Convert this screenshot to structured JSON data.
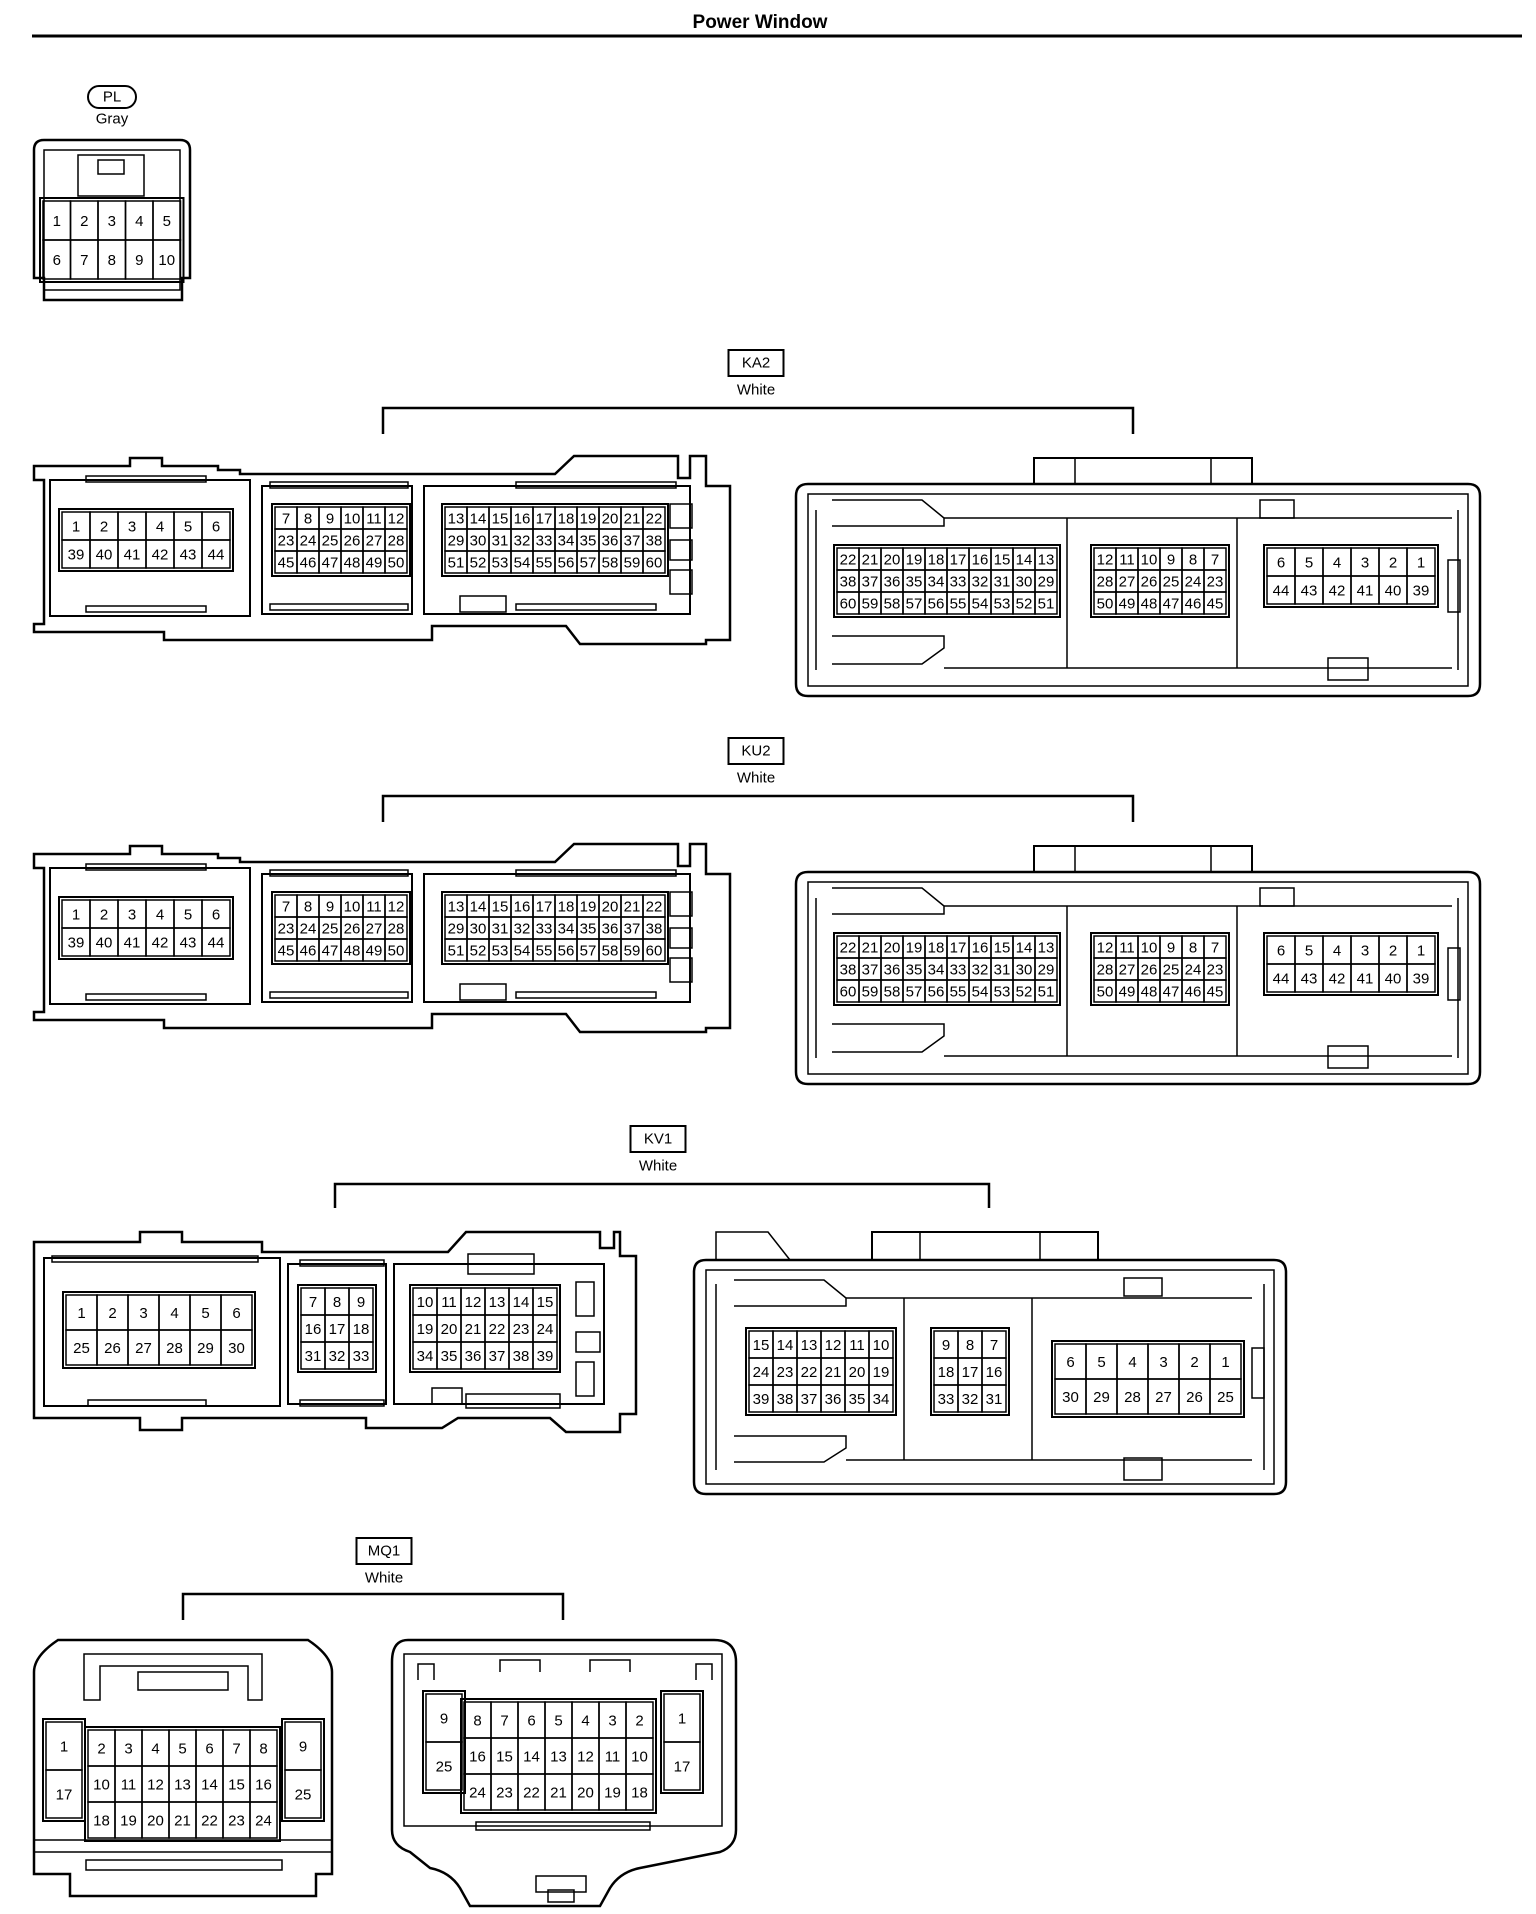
{
  "page": {
    "title": "Power Window"
  },
  "connectors": [
    {
      "id": "PL",
      "color": "Gray",
      "shape": "small-10",
      "views": [
        {
          "blocks": [
            {
              "rows": [
                [
                  "1",
                  "2",
                  "3",
                  "4",
                  "5"
                ],
                [
                  "6",
                  "7",
                  "8",
                  "9",
                  "10"
                ]
              ]
            }
          ]
        }
      ]
    },
    {
      "id": "KA2",
      "color": "White",
      "shape": "large-pair",
      "views": [
        {
          "blocks": [
            {
              "rows": [
                [
                  "1",
                  "2",
                  "3",
                  "4",
                  "5",
                  "6"
                ],
                [
                  "39",
                  "40",
                  "41",
                  "42",
                  "43",
                  "44"
                ]
              ]
            },
            {
              "rows": [
                [
                  "7",
                  "8",
                  "9",
                  "10",
                  "11",
                  "12"
                ],
                [
                  "23",
                  "24",
                  "25",
                  "26",
                  "27",
                  "28"
                ],
                [
                  "45",
                  "46",
                  "47",
                  "48",
                  "49",
                  "50"
                ]
              ]
            },
            {
              "rows": [
                [
                  "13",
                  "14",
                  "15",
                  "16",
                  "17",
                  "18",
                  "19",
                  "20",
                  "21",
                  "22"
                ],
                [
                  "29",
                  "30",
                  "31",
                  "32",
                  "33",
                  "34",
                  "35",
                  "36",
                  "37",
                  "38"
                ],
                [
                  "51",
                  "52",
                  "53",
                  "54",
                  "55",
                  "56",
                  "57",
                  "58",
                  "59",
                  "60"
                ]
              ]
            }
          ]
        },
        {
          "blocks": [
            {
              "rows": [
                [
                  "22",
                  "21",
                  "20",
                  "19",
                  "18",
                  "17",
                  "16",
                  "15",
                  "14",
                  "13"
                ],
                [
                  "38",
                  "37",
                  "36",
                  "35",
                  "34",
                  "33",
                  "32",
                  "31",
                  "30",
                  "29"
                ],
                [
                  "60",
                  "59",
                  "58",
                  "57",
                  "56",
                  "55",
                  "54",
                  "53",
                  "52",
                  "51"
                ]
              ]
            },
            {
              "rows": [
                [
                  "12",
                  "11",
                  "10",
                  "9",
                  "8",
                  "7"
                ],
                [
                  "28",
                  "27",
                  "26",
                  "25",
                  "24",
                  "23"
                ],
                [
                  "50",
                  "49",
                  "48",
                  "47",
                  "46",
                  "45"
                ]
              ]
            },
            {
              "rows": [
                [
                  "6",
                  "5",
                  "4",
                  "3",
                  "2",
                  "1"
                ],
                [
                  "44",
                  "43",
                  "42",
                  "41",
                  "40",
                  "39"
                ]
              ]
            }
          ]
        }
      ]
    },
    {
      "id": "KU2",
      "color": "White",
      "shape": "large-pair",
      "views": [
        {
          "blocks": [
            {
              "rows": [
                [
                  "1",
                  "2",
                  "3",
                  "4",
                  "5",
                  "6"
                ],
                [
                  "39",
                  "40",
                  "41",
                  "42",
                  "43",
                  "44"
                ]
              ]
            },
            {
              "rows": [
                [
                  "7",
                  "8",
                  "9",
                  "10",
                  "11",
                  "12"
                ],
                [
                  "23",
                  "24",
                  "25",
                  "26",
                  "27",
                  "28"
                ],
                [
                  "45",
                  "46",
                  "47",
                  "48",
                  "49",
                  "50"
                ]
              ]
            },
            {
              "rows": [
                [
                  "13",
                  "14",
                  "15",
                  "16",
                  "17",
                  "18",
                  "19",
                  "20",
                  "21",
                  "22"
                ],
                [
                  "29",
                  "30",
                  "31",
                  "32",
                  "33",
                  "34",
                  "35",
                  "36",
                  "37",
                  "38"
                ],
                [
                  "51",
                  "52",
                  "53",
                  "54",
                  "55",
                  "56",
                  "57",
                  "58",
                  "59",
                  "60"
                ]
              ]
            }
          ]
        },
        {
          "blocks": [
            {
              "rows": [
                [
                  "22",
                  "21",
                  "20",
                  "19",
                  "18",
                  "17",
                  "16",
                  "15",
                  "14",
                  "13"
                ],
                [
                  "38",
                  "37",
                  "36",
                  "35",
                  "34",
                  "33",
                  "32",
                  "31",
                  "30",
                  "29"
                ],
                [
                  "60",
                  "59",
                  "58",
                  "57",
                  "56",
                  "55",
                  "54",
                  "53",
                  "52",
                  "51"
                ]
              ]
            },
            {
              "rows": [
                [
                  "12",
                  "11",
                  "10",
                  "9",
                  "8",
                  "7"
                ],
                [
                  "28",
                  "27",
                  "26",
                  "25",
                  "24",
                  "23"
                ],
                [
                  "50",
                  "49",
                  "48",
                  "47",
                  "46",
                  "45"
                ]
              ]
            },
            {
              "rows": [
                [
                  "6",
                  "5",
                  "4",
                  "3",
                  "2",
                  "1"
                ],
                [
                  "44",
                  "43",
                  "42",
                  "41",
                  "40",
                  "39"
                ]
              ]
            }
          ]
        }
      ]
    },
    {
      "id": "KV1",
      "color": "White",
      "shape": "medium-pair",
      "views": [
        {
          "blocks": [
            {
              "rows": [
                [
                  "1",
                  "2",
                  "3",
                  "4",
                  "5",
                  "6"
                ],
                [
                  "25",
                  "26",
                  "27",
                  "28",
                  "29",
                  "30"
                ]
              ]
            },
            {
              "rows": [
                [
                  "7",
                  "8",
                  "9"
                ],
                [
                  "16",
                  "17",
                  "18"
                ],
                [
                  "31",
                  "32",
                  "33"
                ]
              ]
            },
            {
              "rows": [
                [
                  "10",
                  "11",
                  "12",
                  "13",
                  "14",
                  "15"
                ],
                [
                  "19",
                  "20",
                  "21",
                  "22",
                  "23",
                  "24"
                ],
                [
                  "34",
                  "35",
                  "36",
                  "37",
                  "38",
                  "39"
                ]
              ]
            }
          ]
        },
        {
          "blocks": [
            {
              "rows": [
                [
                  "15",
                  "14",
                  "13",
                  "12",
                  "11",
                  "10"
                ],
                [
                  "24",
                  "23",
                  "22",
                  "21",
                  "20",
                  "19"
                ],
                [
                  "39",
                  "38",
                  "37",
                  "36",
                  "35",
                  "34"
                ]
              ]
            },
            {
              "rows": [
                [
                  "9",
                  "8",
                  "7"
                ],
                [
                  "18",
                  "17",
                  "16"
                ],
                [
                  "33",
                  "32",
                  "31"
                ]
              ]
            },
            {
              "rows": [
                [
                  "6",
                  "5",
                  "4",
                  "3",
                  "2",
                  "1"
                ],
                [
                  "30",
                  "29",
                  "28",
                  "27",
                  "26",
                  "25"
                ]
              ]
            }
          ]
        }
      ]
    },
    {
      "id": "MQ1",
      "color": "White",
      "shape": "mq-pair",
      "views": [
        {
          "blocks": [
            {
              "rows": [
                [
                  "1"
                ],
                [
                  "17"
                ]
              ]
            },
            {
              "rows": [
                [
                  "2",
                  "3",
                  "4",
                  "5",
                  "6",
                  "7",
                  "8"
                ],
                [
                  "10",
                  "11",
                  "12",
                  "13",
                  "14",
                  "15",
                  "16"
                ],
                [
                  "18",
                  "19",
                  "20",
                  "21",
                  "22",
                  "23",
                  "24"
                ]
              ]
            },
            {
              "rows": [
                [
                  "9"
                ],
                [
                  "25"
                ]
              ]
            }
          ]
        },
        {
          "blocks": [
            {
              "rows": [
                [
                  "9"
                ],
                [
                  "25"
                ]
              ]
            },
            {
              "rows": [
                [
                  "8",
                  "7",
                  "6",
                  "5",
                  "4",
                  "3",
                  "2"
                ],
                [
                  "16",
                  "15",
                  "14",
                  "13",
                  "12",
                  "11",
                  "10"
                ],
                [
                  "24",
                  "23",
                  "22",
                  "21",
                  "20",
                  "19",
                  "18"
                ]
              ]
            },
            {
              "rows": [
                [
                  "1"
                ],
                [
                  "17"
                ]
              ]
            }
          ]
        }
      ]
    }
  ]
}
